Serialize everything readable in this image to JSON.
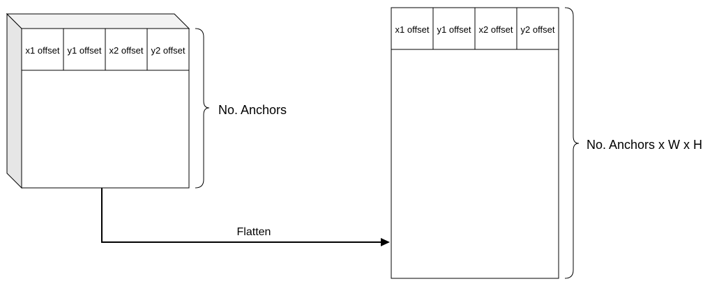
{
  "left_tensor": {
    "columns": [
      "x1 offset",
      "y1 offset",
      "x2 offset",
      "y2 offset"
    ],
    "brace_label": "No. Anchors"
  },
  "right_tensor": {
    "columns": [
      "x1 offset",
      "y1 offset",
      "x2 offset",
      "y2 offset"
    ],
    "brace_label": "No. Anchors x W x H"
  },
  "arrow": {
    "label": "Flatten"
  }
}
